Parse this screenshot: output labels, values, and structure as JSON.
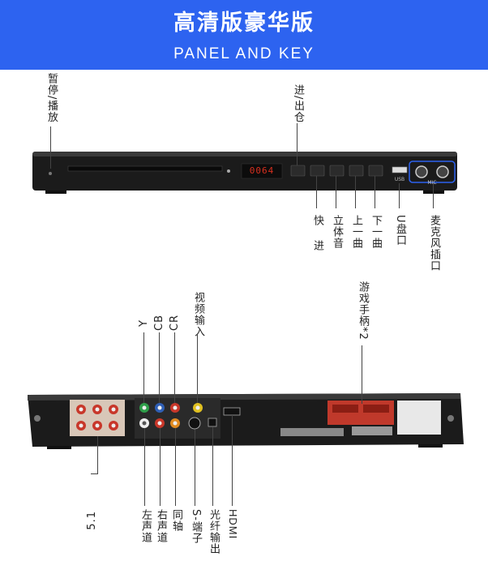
{
  "header": {
    "title": "高清版豪华版",
    "subtitle": "PANEL AND KEY"
  },
  "front_panel": {
    "display_text": "0064",
    "usb_port_text": "USB",
    "mic_text": "MIC",
    "labels": {
      "pause_play": "暂停/播放",
      "eject": "进/出仓",
      "fast_forward_1": "快",
      "fast_forward_2": "进",
      "stereo": "立体音",
      "prev_track": "上一曲",
      "next_track": "下一曲",
      "usb": "U盘口",
      "mic": "麦克风插口"
    }
  },
  "rear_panel": {
    "labels": {
      "video_in": "视频输入",
      "y": "Y",
      "cb": "CB",
      "cr": "CR",
      "gamepad": "游戏手柄*2",
      "ch51": "5.1",
      "left_ch": "左声道",
      "right_ch": "右声道",
      "coaxial": "同轴",
      "s_terminal": "S-端子",
      "optical": "光纤输出",
      "hdmi": "HDMI"
    }
  },
  "colors": {
    "banner": "#2d63f0",
    "device_body": "#1b1b1b",
    "rca_red": "#c8372a",
    "rca_green": "#2f9e4a",
    "rca_blue": "#2f5fb5",
    "rca_yellow": "#e0c020",
    "gamepad_port": "#c0392b"
  }
}
